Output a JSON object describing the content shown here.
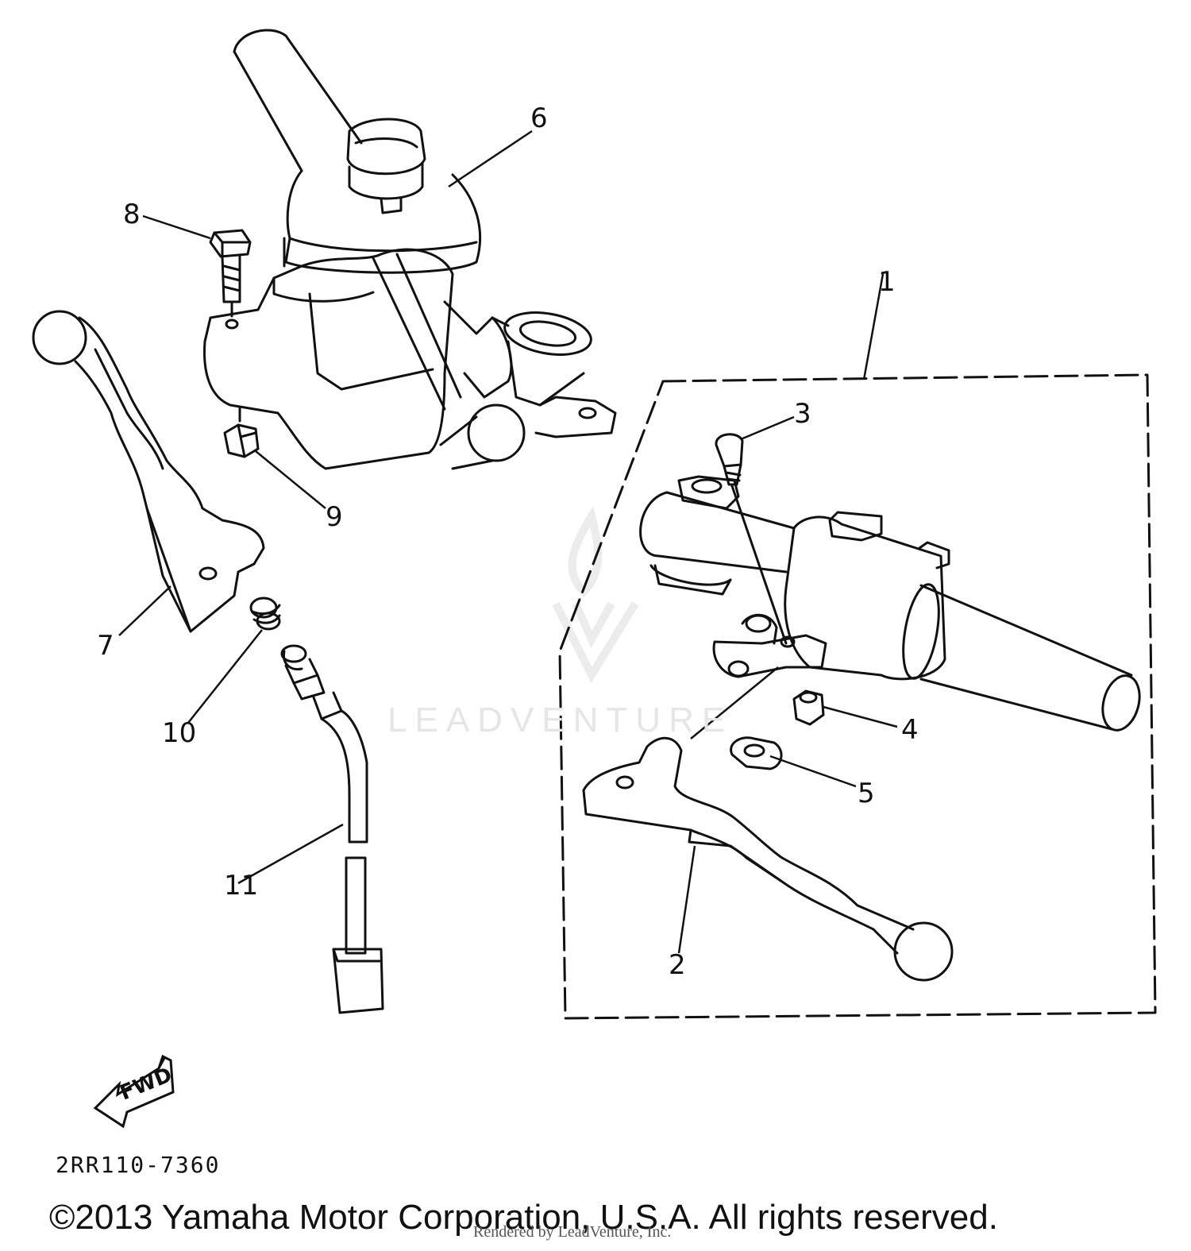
{
  "diagram": {
    "part_labels": {
      "p1": "1",
      "p2": "2",
      "p3": "3",
      "p4": "4",
      "p5": "5",
      "p6": "6",
      "p7": "7",
      "p8": "8",
      "p9": "9",
      "p10": "10",
      "p11": "11"
    },
    "direction_marker": "FWD",
    "diagram_code": "2RR110-7360"
  },
  "watermark": {
    "text": "LEADVENTURE"
  },
  "footer": {
    "copyright": "©2013 Yamaha Motor Corporation, U.S.A. All rights reserved.",
    "rendered_by": "Rendered by LeadVenture, Inc."
  }
}
